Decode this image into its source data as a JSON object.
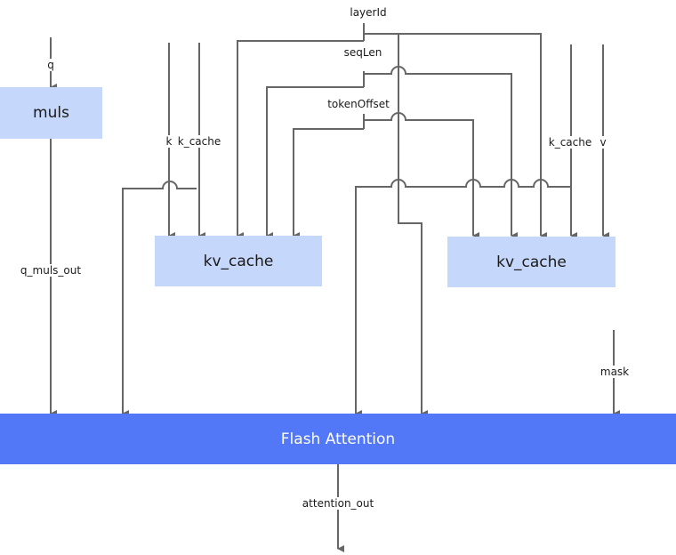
{
  "nodes": {
    "muls": "muls",
    "kv_cache_left": "kv_cache",
    "kv_cache_right": "kv_cache",
    "flash_attention": "Flash Attention"
  },
  "labels": {
    "q": "q",
    "layerId": "layerId",
    "seqLen": "seqLen",
    "tokenOffset": "tokenOffset",
    "k": "k",
    "k_cache_left": "k_cache",
    "k_cache_right": "k_cache",
    "v": "v",
    "q_muls_out": "q_muls_out",
    "mask": "mask",
    "attention_out": "attention_out"
  },
  "colors": {
    "node_light": "#c5d7fb",
    "node_dark": "#5277f7",
    "line": "#666666"
  }
}
